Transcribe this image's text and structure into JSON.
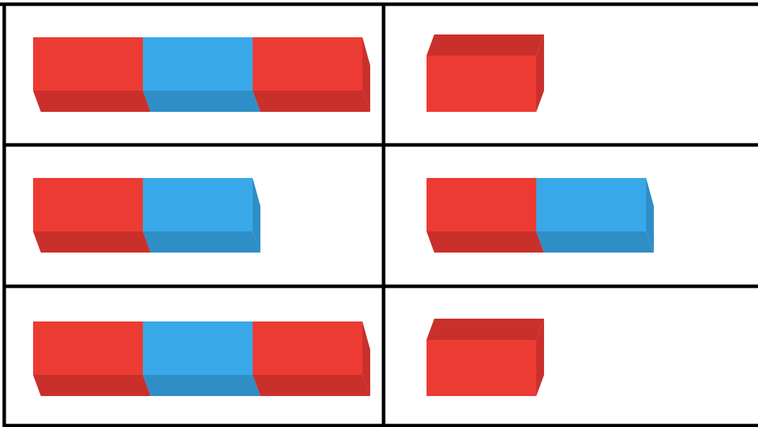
{
  "colors": {
    "background": "#ffffff",
    "grid_line": "#000000",
    "red_front": "#ec3b33",
    "red_shade": "#c9302c",
    "blue_front": "#39a8e8",
    "blue_shade": "#2f8ec6"
  },
  "grid": {
    "rows": 3,
    "columns": 2
  },
  "cells": [
    {
      "row": 0,
      "col": 0,
      "cubes": [
        "red",
        "blue",
        "red"
      ]
    },
    {
      "row": 0,
      "col": 1,
      "cubes": [
        "red"
      ]
    },
    {
      "row": 1,
      "col": 0,
      "cubes": [
        "red",
        "blue"
      ]
    },
    {
      "row": 1,
      "col": 1,
      "cubes": [
        "red",
        "blue"
      ]
    },
    {
      "row": 2,
      "col": 0,
      "cubes": [
        "red",
        "blue",
        "red"
      ]
    },
    {
      "row": 2,
      "col": 1,
      "cubes": [
        "red"
      ]
    }
  ]
}
